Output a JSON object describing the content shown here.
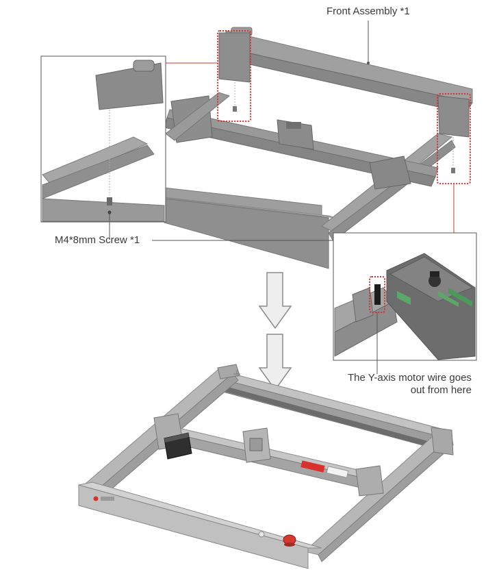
{
  "labels": {
    "front_assembly": "Front Assembly *1",
    "screw": "M4*8mm Screw *1",
    "motor_wire_line1": "The Y-axis motor wire goes",
    "motor_wire_line2": "out from here"
  },
  "colors": {
    "callout_red": "#d9312b",
    "frame_dark": "#8c8c8c",
    "frame_light": "#b7b7b7",
    "rail_fill": "#a9a9a9",
    "arrow_fill": "#eeeeee",
    "arrow_stroke": "#8a8a8a",
    "estop_red": "#d43a2f"
  },
  "icons": {
    "down_arrow": "down-arrow-icon",
    "emergency_stop": "emergency-stop-button"
  }
}
